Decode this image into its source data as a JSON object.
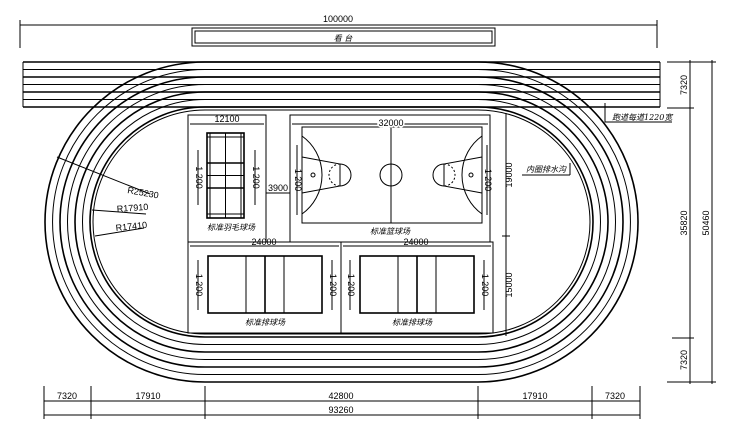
{
  "stand": {
    "label": "看 台"
  },
  "dimensions": {
    "top_total": "100000",
    "badminton_width": "12100",
    "basketball_width": "32000",
    "gap": "3900",
    "upper_height": "19000",
    "lower_height": "15000",
    "volleyball_width_left": "24000",
    "volleyball_width_right": "24000",
    "court_side_mark": "1 200",
    "right_top": "7320",
    "right_middle": "35820",
    "right_bottom": "7320",
    "right_total": "50460",
    "bottom_segments": [
      "7320",
      "17910",
      "42800",
      "17910",
      "7320"
    ],
    "bottom_total": "93260",
    "radii": [
      "R25230",
      "R17910",
      "R17410"
    ]
  },
  "labels": {
    "lane_width": "跑道每道1220宽",
    "drain": "内圈排水沟",
    "badminton": "标准羽毛球场",
    "basketball": "标准篮球场",
    "volleyball_left": "标准排球场",
    "volleyball_right": "标准排球场"
  }
}
